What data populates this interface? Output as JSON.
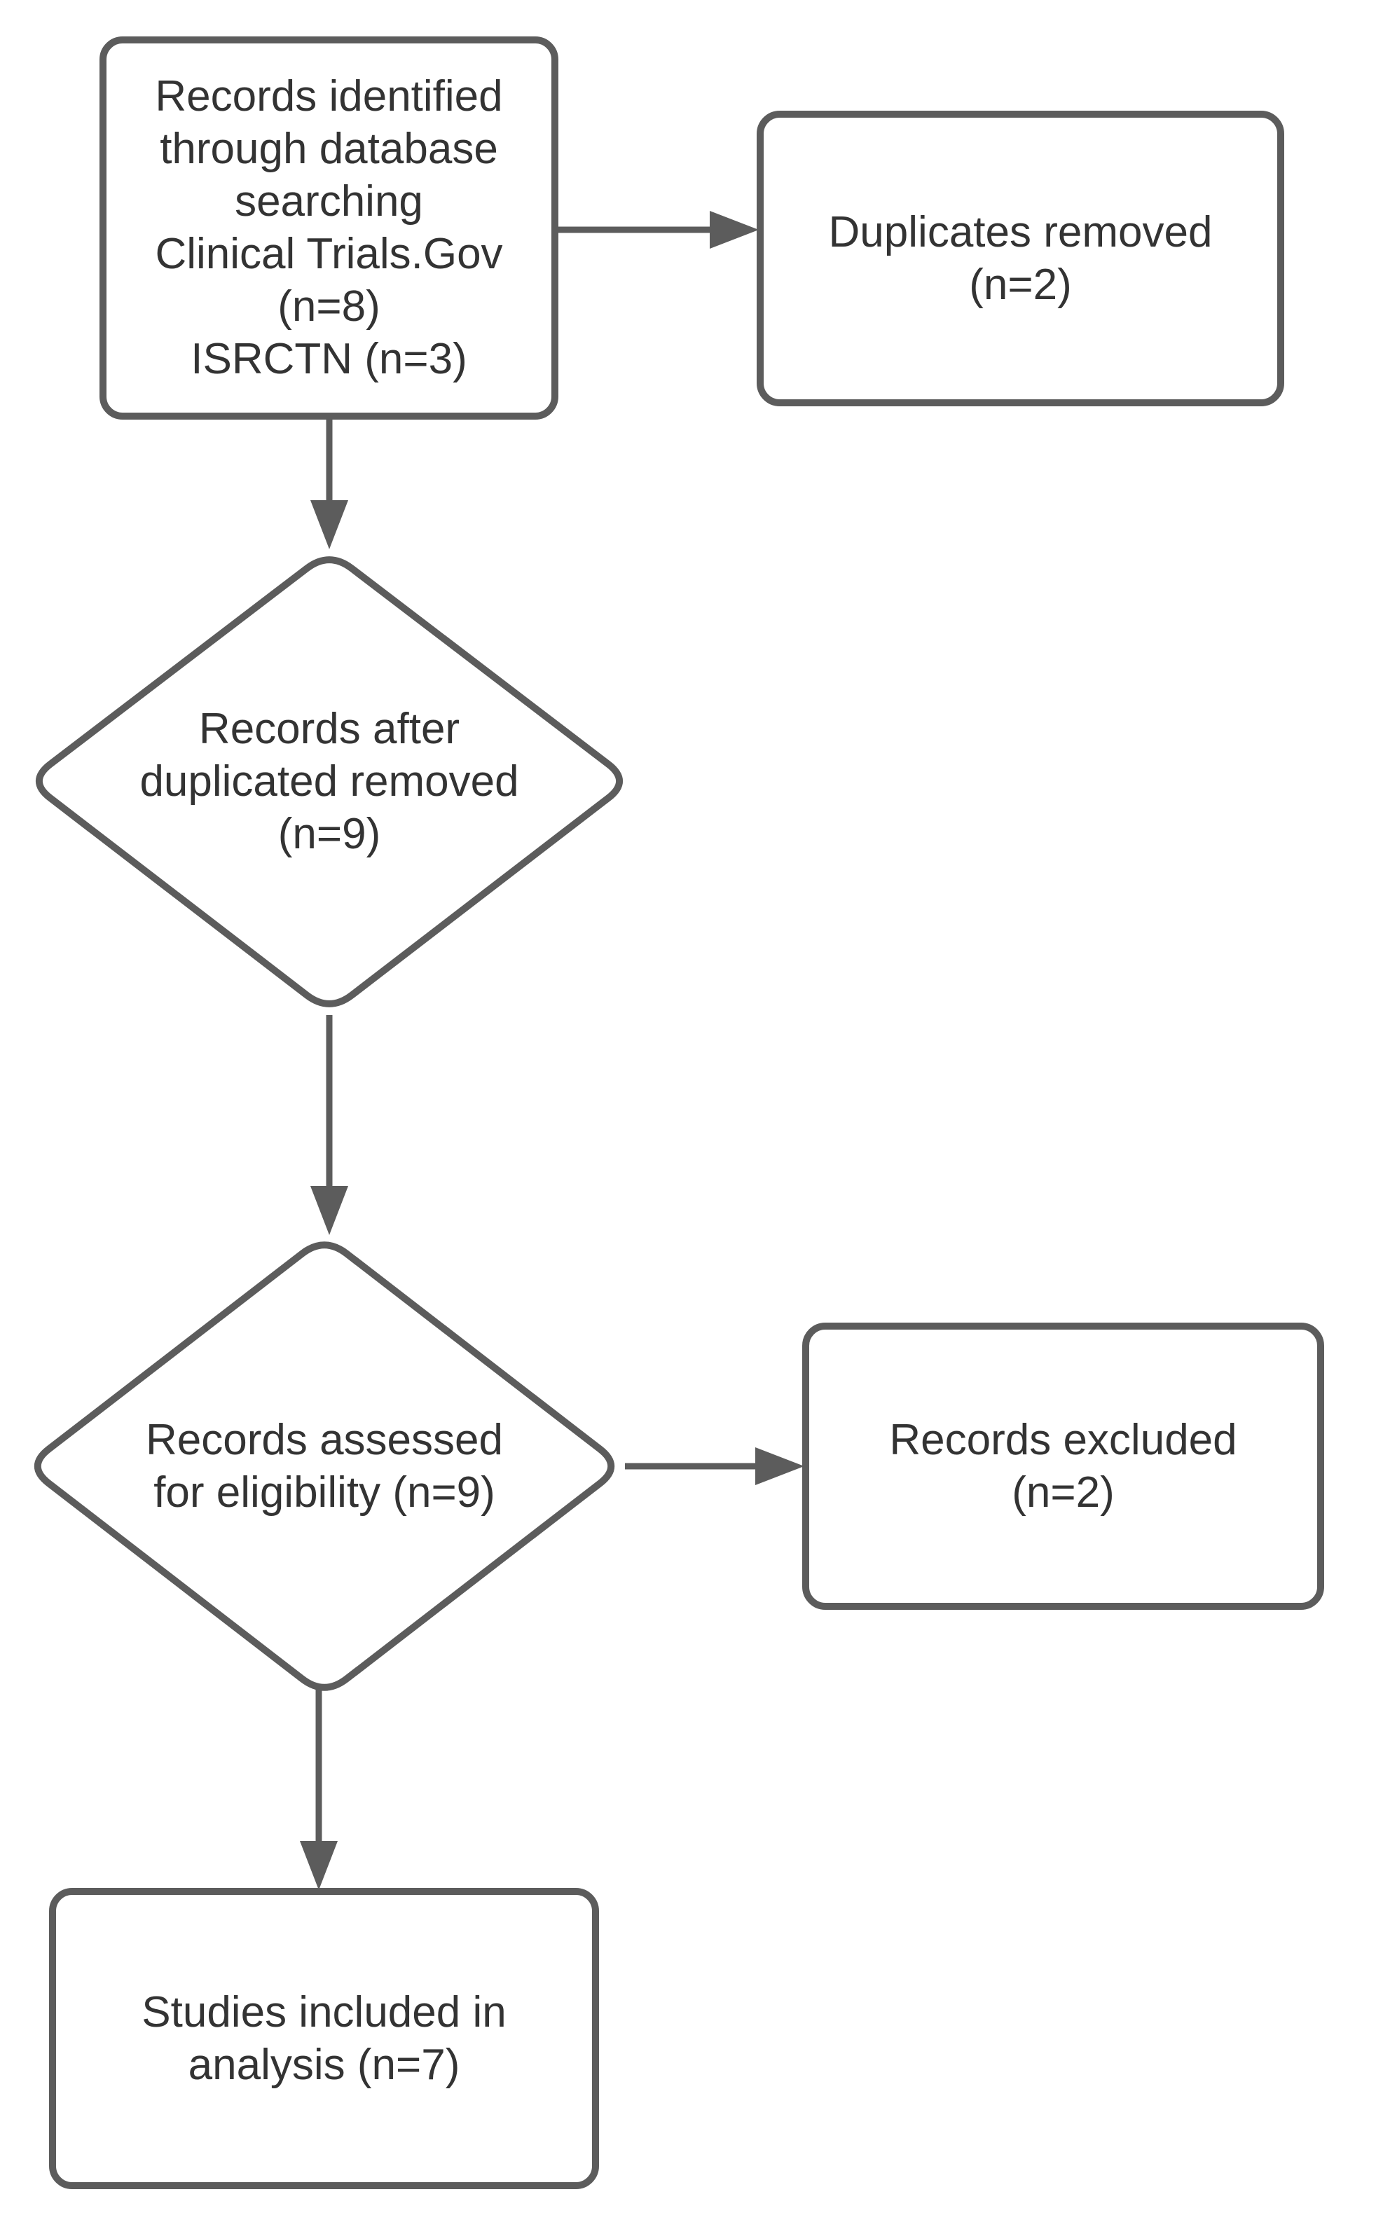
{
  "diagram": {
    "type": "flowchart",
    "background_color": "#ffffff",
    "stroke_color": "#5c5c5c",
    "text_color": "#333333",
    "node_fill_color": "#ffffff",
    "nodes": {
      "records_identified": {
        "shape": "rounded-rectangle",
        "lines": [
          "Records identified",
          "through database",
          "searching",
          "Clinical Trials.Gov",
          "(n=8)",
          "ISRCTN (n=3)"
        ]
      },
      "duplicates_removed": {
        "shape": "rounded-rectangle",
        "lines": [
          "Duplicates removed",
          "(n=2)"
        ]
      },
      "records_after_duplicates": {
        "shape": "diamond",
        "lines": [
          "Records after",
          "duplicated removed",
          "(n=9)"
        ]
      },
      "records_assessed": {
        "shape": "diamond",
        "lines": [
          "Records assessed",
          "for eligibility (n=9)"
        ]
      },
      "records_excluded": {
        "shape": "rounded-rectangle",
        "lines": [
          "Records excluded",
          "(n=2)"
        ]
      },
      "studies_included": {
        "shape": "rounded-rectangle",
        "lines": [
          "Studies included in",
          "analysis (n=7)"
        ]
      }
    },
    "edges": [
      {
        "from": "records_identified",
        "to": "duplicates_removed",
        "direction": "right"
      },
      {
        "from": "records_identified",
        "to": "records_after_duplicates",
        "direction": "down"
      },
      {
        "from": "records_after_duplicates",
        "to": "records_assessed",
        "direction": "down"
      },
      {
        "from": "records_assessed",
        "to": "records_excluded",
        "direction": "right"
      },
      {
        "from": "records_assessed",
        "to": "studies_included",
        "direction": "down"
      }
    ]
  }
}
